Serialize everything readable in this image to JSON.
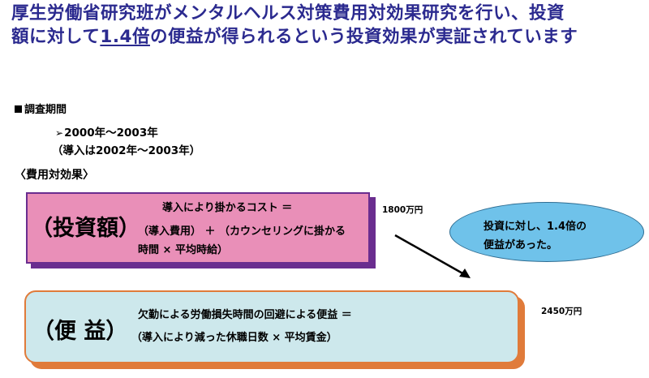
{
  "title": {
    "line1": "厚生労働省研究班がメンタルヘルス対策費用対効果研究を行い、投資",
    "line2_before": "額に対して",
    "line2_highlight": "1.4倍",
    "line2_after": "の便益が得られるという投資効果が実証されています"
  },
  "period": {
    "heading": "調査期間",
    "range": "2000年～2003年",
    "note": "（導入は2002年～2003年）"
  },
  "cost_effect_heading": "〈費用対効果〉",
  "investment": {
    "label": "（投資額）",
    "line1": "導入により掛かるコスト ＝",
    "line2": "（導入費用） ＋ （カウンセリングに掛かる",
    "line3": "時間 × 平均時給）",
    "amount": "1800万円"
  },
  "benefit": {
    "label": "（便 益）",
    "line1": "欠勤による労働損失時間の回避による便益 ＝",
    "line2": "（導入により減った休職日数 × 平均賃金）",
    "amount": "2450万円"
  },
  "callout": {
    "line1": "投資に対し、1.4倍の",
    "line2": "便益があった。"
  },
  "colors": {
    "title": "#2b2a8f",
    "investment_fill": "#e98fb8",
    "investment_border": "#6a2d8f",
    "benefit_fill": "#cde8ec",
    "benefit_border": "#e07b3a",
    "callout_fill": "#6fc2ea"
  }
}
